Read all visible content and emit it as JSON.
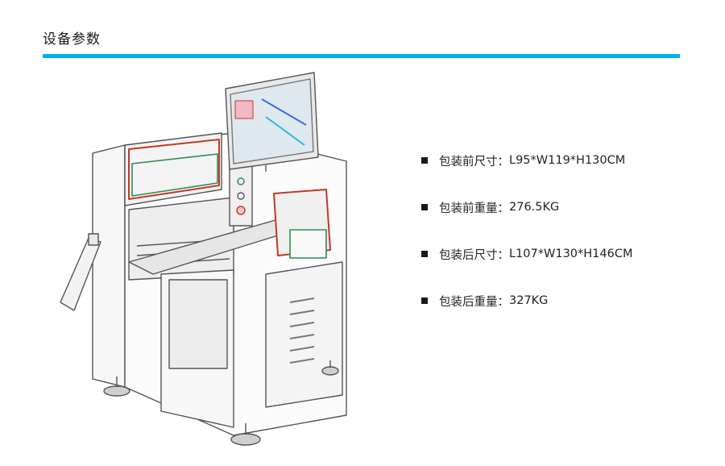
{
  "header": {
    "title": "设备参数",
    "accent_color": "#00b0ee"
  },
  "image": {
    "alt": "machine-illustration"
  },
  "specs": [
    {
      "label": "包装前尺寸：",
      "value": "L95*W119*H130CM"
    },
    {
      "label": "包装前重量：",
      "value": "276.5KG"
    },
    {
      "label": "包装后尺寸：",
      "value": "L107*W130*H146CM"
    },
    {
      "label": "包装后重量：",
      "value": "327KG"
    }
  ]
}
